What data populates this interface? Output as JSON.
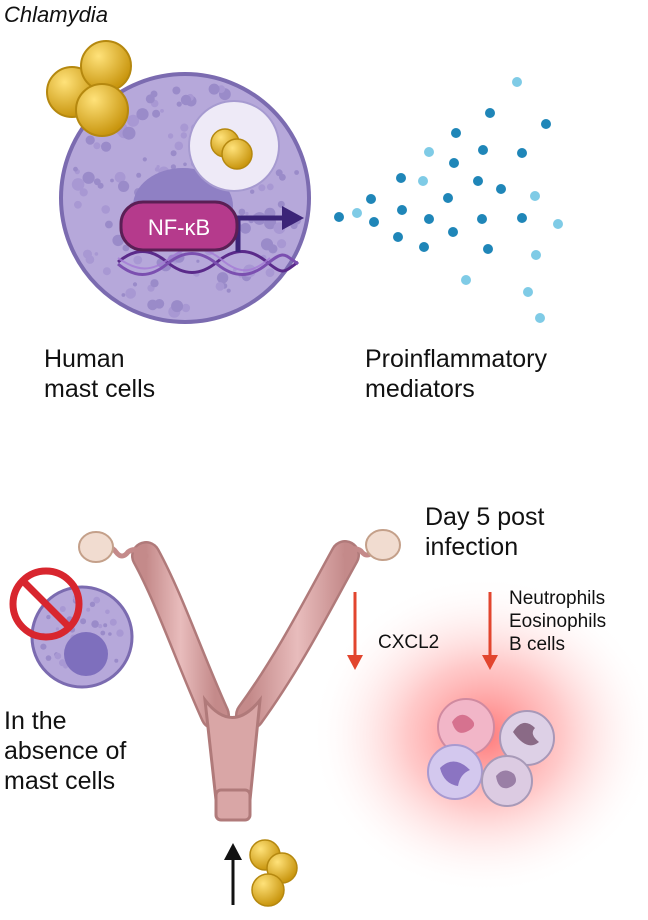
{
  "organism_label": "Chlamydia",
  "nfkb_label": "NF-κB",
  "mast_cell_label": {
    "line1": "Human",
    "line2": "mast cells"
  },
  "mediators_label": {
    "line1": "Proinflammatory",
    "line2": "mediators"
  },
  "timepoint_label": {
    "line1": "Day 5 post",
    "line2": "infection"
  },
  "cytokine_label": "CXCL2",
  "cells_label": {
    "line1": "Neutrophils",
    "line2": "Eosinophils",
    "line3": "B cells"
  },
  "absence_label": {
    "line1": "In the",
    "line2": "absence of",
    "line3": "mast cells"
  },
  "colors": {
    "bacteria": "#e7b92a",
    "mast_cell": "#b4a6d8",
    "nfkb": "#b53a8c",
    "dna": "#5a2a8a",
    "arrow": "#3b2478",
    "mediator_dark": "#1f86b8",
    "mediator_light": "#7fcbe6",
    "uterus": "#d9a6a6",
    "decrease_arrow": "#e2452e",
    "prohibit": "#d8262e",
    "inflammation_glow": "#ff5a5a"
  }
}
